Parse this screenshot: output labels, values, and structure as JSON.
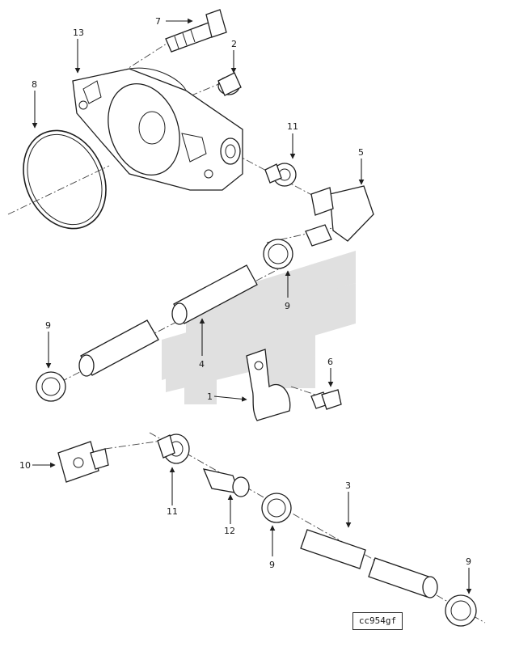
{
  "reference_code": "cc954gf",
  "callouts": {
    "c1": "1",
    "c2": "2",
    "c3": "3",
    "c4": "4",
    "c5": "5",
    "c6": "6",
    "c7": "7",
    "c8": "8",
    "c9a": "9",
    "c9b": "9",
    "c9c": "9",
    "c9d": "9",
    "c10": "10",
    "c11a": "11",
    "c11b": "11",
    "c12": "12",
    "c13": "13"
  }
}
